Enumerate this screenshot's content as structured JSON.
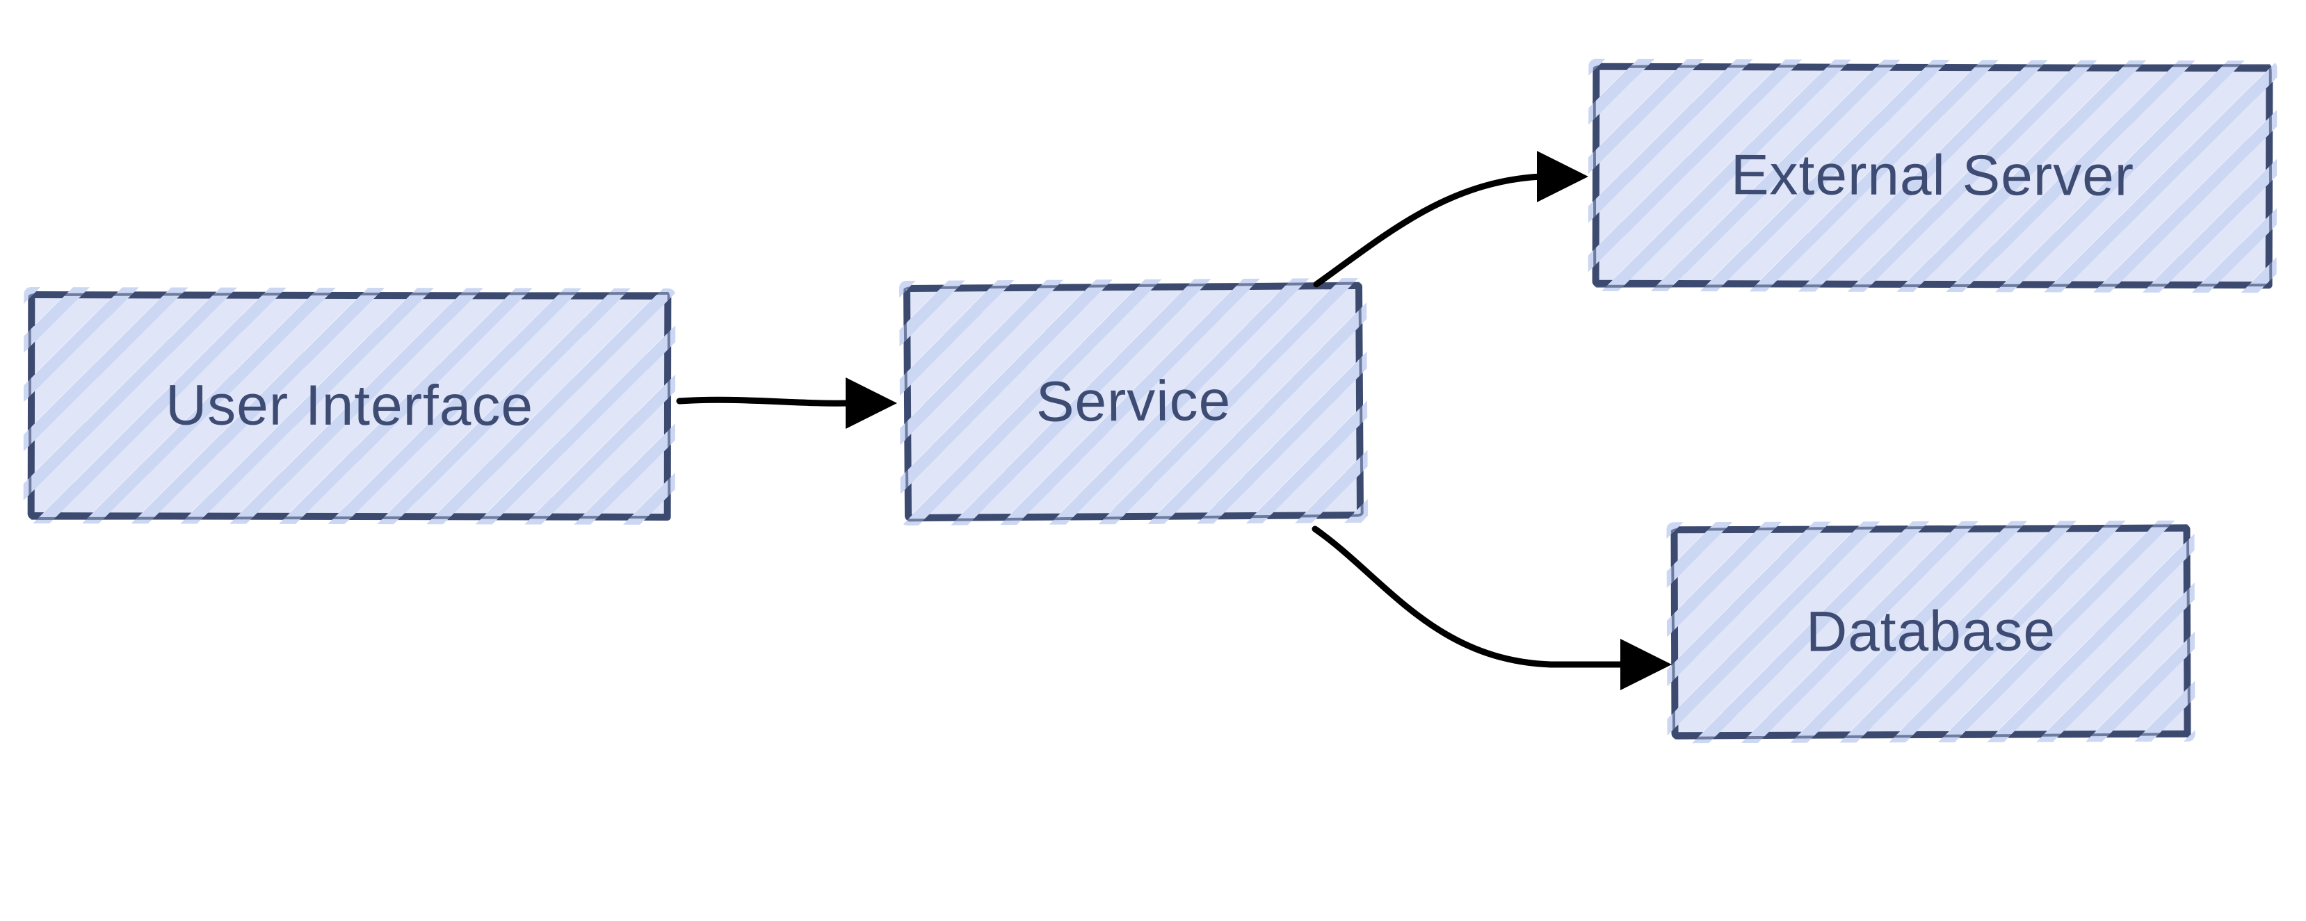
{
  "diagram": {
    "title": "",
    "nodes": [
      {
        "id": "user-interface",
        "label": "User Interface"
      },
      {
        "id": "service",
        "label": "Service"
      },
      {
        "id": "external-server",
        "label": "External Server"
      },
      {
        "id": "database",
        "label": "Database"
      }
    ],
    "edges": [
      {
        "from": "user-interface",
        "to": "service",
        "style": "solid-curved-arrow"
      },
      {
        "from": "service",
        "to": "external-server",
        "style": "solid-curved-arrow"
      },
      {
        "from": "service",
        "to": "database",
        "style": "solid-curved-arrow"
      }
    ],
    "colors": {
      "node_fill": "#e0e6f8",
      "node_fill_lite": "#e9edfb",
      "node_hatch": "#ffffff",
      "node_fringe": "#ccd7f3",
      "node_border": "#3c4a70",
      "node_text": "#3e4c73",
      "edge": "#000000",
      "background": "#ffffff"
    }
  }
}
